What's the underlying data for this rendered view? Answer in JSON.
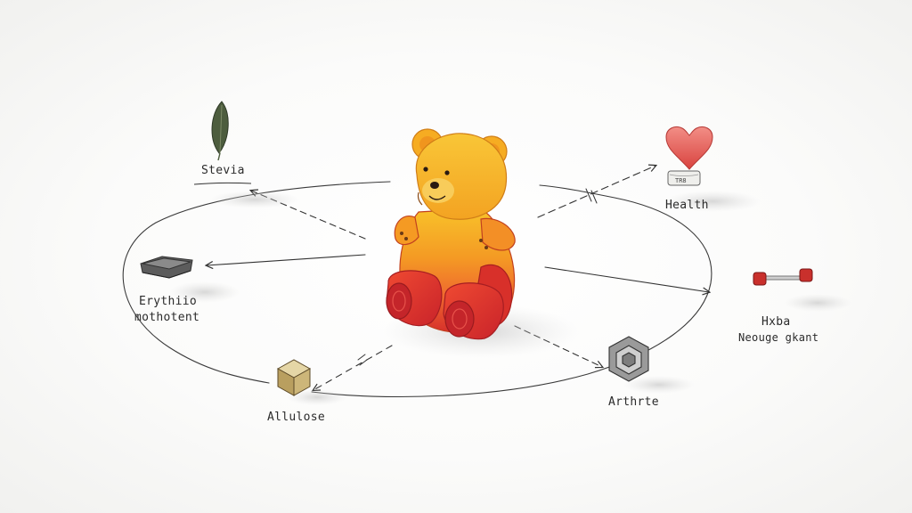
{
  "nodes": {
    "stevia": {
      "label": "Stevia"
    },
    "health": {
      "label": "Health",
      "badge": "TR8"
    },
    "erythritol": {
      "line1": "Erythiio",
      "line2": "mothotent"
    },
    "allulose": {
      "label": "Allulose"
    },
    "arthrite": {
      "label": "Arthrte"
    },
    "hxba": {
      "line1": "Hxba",
      "line2": "Neouge gkant"
    }
  },
  "colors": {
    "bear_top": "#f6b21e",
    "bear_mid": "#f07a2a",
    "bear_bottom": "#d9322a",
    "leaf": "#4a5a3c",
    "heart": "#e45b55",
    "sketch_line": "#333333"
  }
}
